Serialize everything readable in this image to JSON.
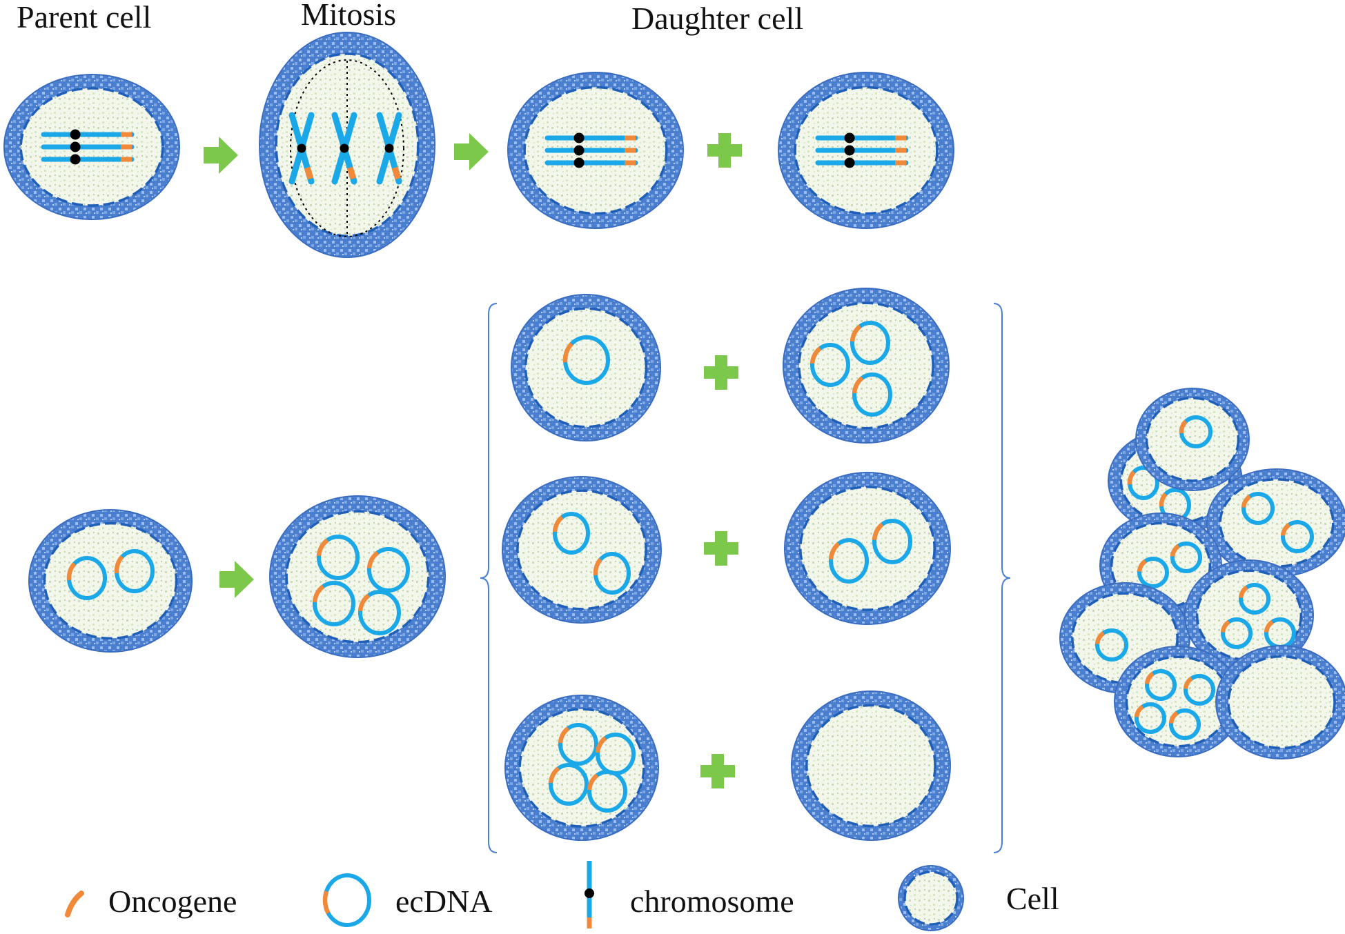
{
  "headers": {
    "parent": "Parent cell",
    "mitosis": "Mitosis",
    "daughter": "Daughter cell"
  },
  "legend": {
    "oncogene": "Oncogene",
    "ecdna": "ecDNA",
    "chromosome": "chromosome",
    "cell": "Cell"
  },
  "colors": {
    "membrane": "#4a7fd0",
    "membrane_pattern": "#9dbdf0",
    "nuclear_dash": "#1f5fb8",
    "cytoplasm": "#f3f6ea",
    "cytoplasm_speckle": "#c9dcb5",
    "ecdna": "#1aa8e8",
    "oncogene": "#f08a3a",
    "centromere": "#000000",
    "arrow": "#7cc84a"
  },
  "icons": [
    "right-arrow-icon",
    "plus-icon",
    "bracket-icon"
  ]
}
